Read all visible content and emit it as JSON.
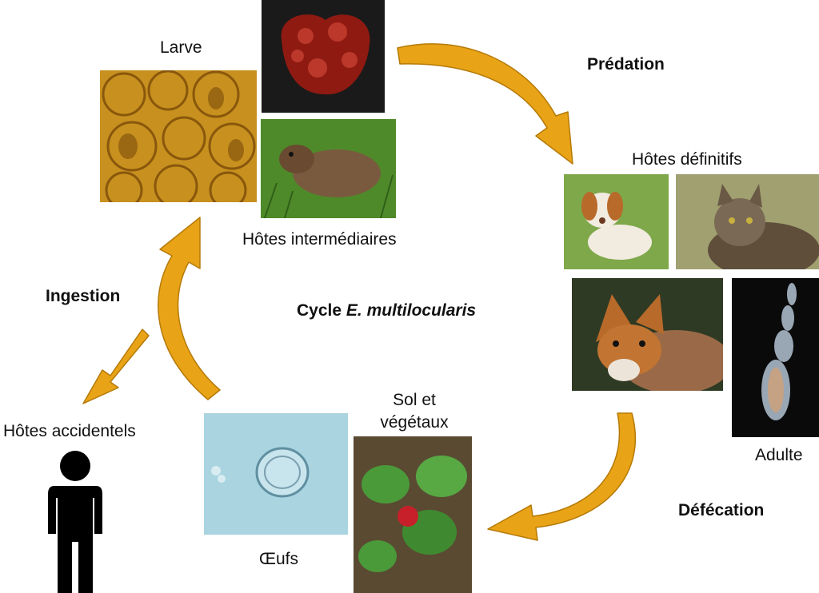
{
  "title": "Cycle",
  "title_species": "E. multilocularis",
  "labels": {
    "larve": "Larve",
    "hotes_intermediaires": "Hôtes intermédiaires",
    "predation": "Prédation",
    "hotes_definitifs": "Hôtes définitifs",
    "adulte": "Adulte",
    "defecation": "Défécation",
    "sol_line1": "Sol et",
    "sol_line2": "végétaux",
    "oeufs": "Œufs",
    "ingestion": "Ingestion",
    "hotes_accidentels": "Hôtes accidentels"
  },
  "colors": {
    "arrow": "#E8A317",
    "arrow_edge": "#B57A07"
  },
  "icons": [
    "larva-tissue-image",
    "liver-cyst-image",
    "vole-image",
    "dog-image",
    "cat-image",
    "fox-image",
    "adult-worm-image",
    "egg-image",
    "strawberry-plant-image",
    "human-silhouette-icon"
  ]
}
